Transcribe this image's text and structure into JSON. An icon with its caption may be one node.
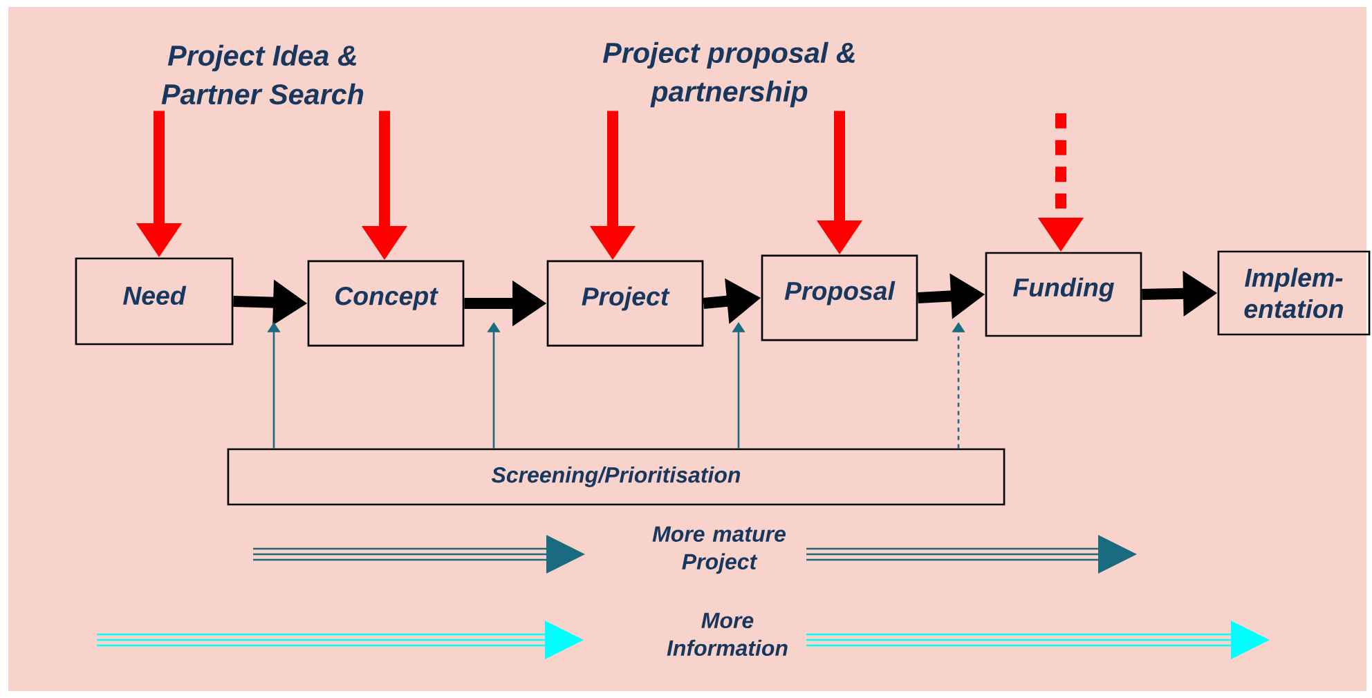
{
  "diagram": {
    "nodes": [
      {
        "text": [
          "Need"
        ]
      },
      {
        "text": [
          "Concept"
        ]
      },
      {
        "text": [
          "Project"
        ]
      },
      {
        "text": [
          "Proposal"
        ]
      },
      {
        "text": [
          "Funding"
        ]
      },
      {
        "text": [
          "Implem- entation"
        ]
      },
      {
        "text": [
          "Screening/Prioritisation"
        ]
      },
      {
        "text": [
          "Project Idea & Partner Search"
        ]
      },
      {
        "text": [
          "Project proposal & partnership"
        ]
      }
    ],
    "edges": [
      {
        "from": 0,
        "to": 1,
        "arrow": "to"
      },
      {
        "from": 1,
        "to": 2,
        "arrow": "to"
      },
      {
        "from": 2,
        "to": 3,
        "arrow": "to"
      },
      {
        "from": 3,
        "to": 4,
        "arrow": "to"
      },
      {
        "from": 4,
        "to": 5,
        "arrow": "to"
      },
      {
        "from": 6,
        "to": null,
        "arrow": "to",
        "color": "#1b6b80"
      },
      {
        "from": 6,
        "to": null,
        "arrow": "to",
        "color": "#1b6b80"
      },
      {
        "from": 6,
        "to": null,
        "arrow": "to",
        "color": "#1b6b80"
      },
      {
        "from": 6,
        "to": null,
        "arrow": "to",
        "style": "dashed",
        "color": "#1b6b80"
      },
      {
        "from": 7,
        "to": 0,
        "arrow": "to",
        "color": "#ff0000"
      },
      {
        "from": 7,
        "to": 1,
        "arrow": "to",
        "color": "#ff0000"
      },
      {
        "from": 8,
        "to": 2,
        "arrow": "to",
        "color": "#ff0000"
      },
      {
        "from": 8,
        "to": 3,
        "arrow": "to",
        "color": "#ff0000"
      },
      {
        "from": null,
        "to": 4,
        "arrow": "to",
        "style": "dashed",
        "color": "#ff0000"
      }
    ],
    "labels": [
      "More mature Project",
      "More Information"
    ]
  }
}
